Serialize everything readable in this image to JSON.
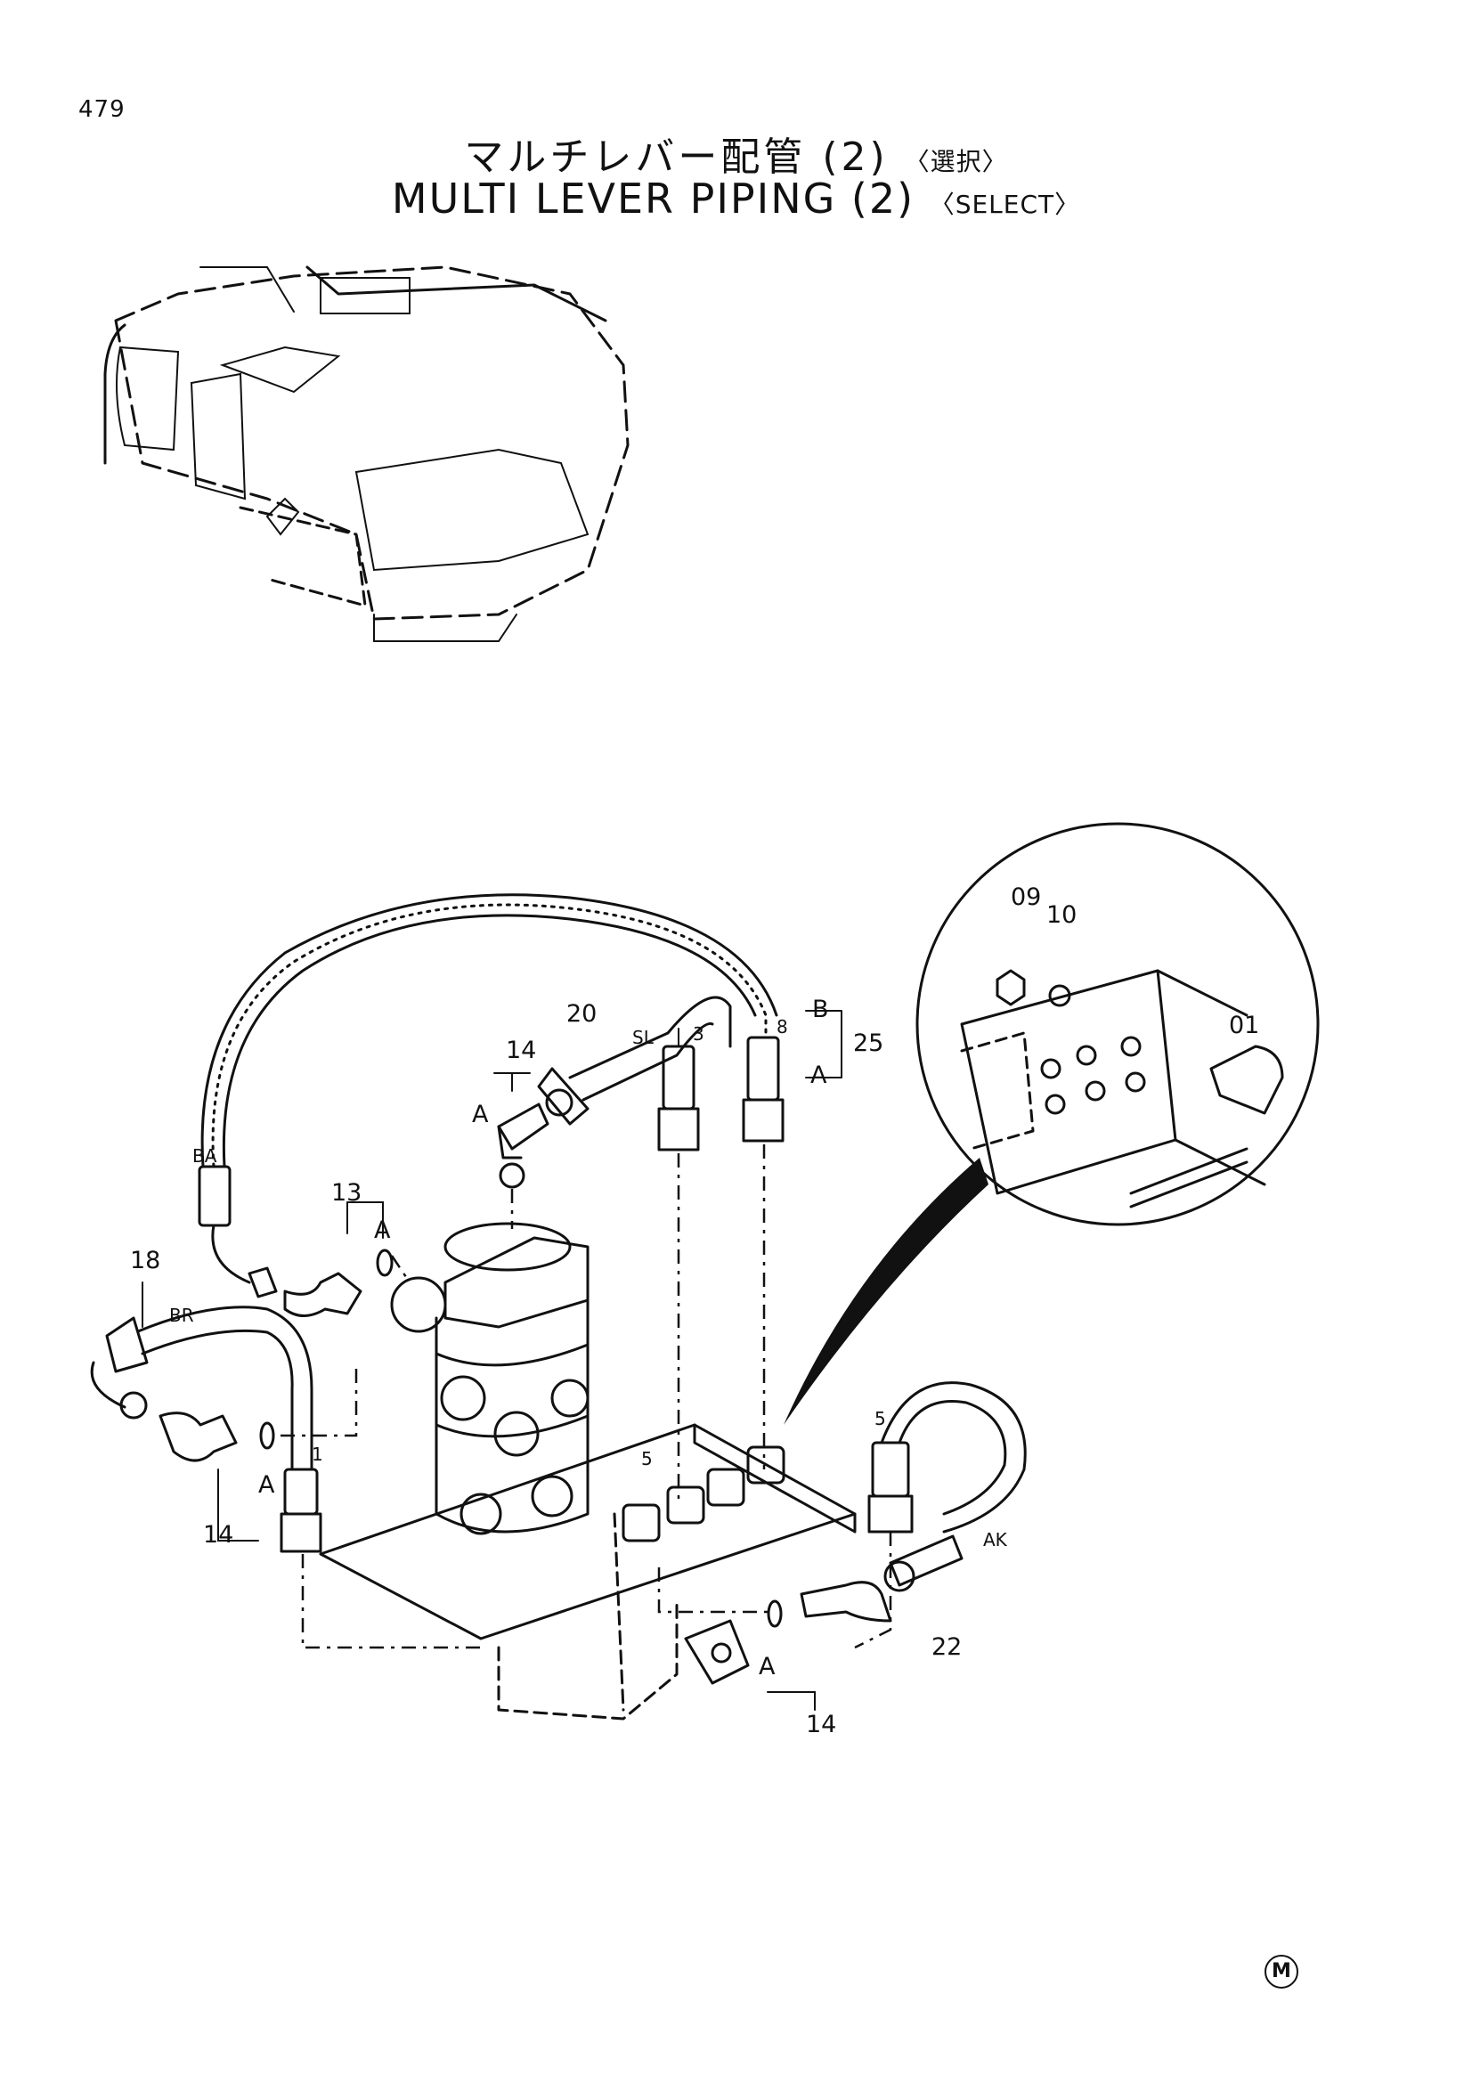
{
  "page_number": "479",
  "title": {
    "jp_main": "マルチレバー配管 (2)",
    "jp_sub": "〈選択〉",
    "en_main": "MULTI LEVER PIPING (2)",
    "en_sub": "〈SELECT〉"
  },
  "callouts": {
    "p09": "09",
    "p10": "10",
    "p01": "01",
    "p20": "20",
    "p14a": "14",
    "p25": "25",
    "p13": "13",
    "p18": "18",
    "p14b": "14",
    "p22": "22",
    "p14c": "14",
    "p3": "3",
    "p8": "8",
    "p1": "1",
    "p5a": "5",
    "p5b": "5"
  },
  "port_labels": {
    "ba": "BA",
    "sl": "SL",
    "br": "BR",
    "ak": "AK",
    "a": "A",
    "b": "B"
  },
  "footer_mark": "M"
}
